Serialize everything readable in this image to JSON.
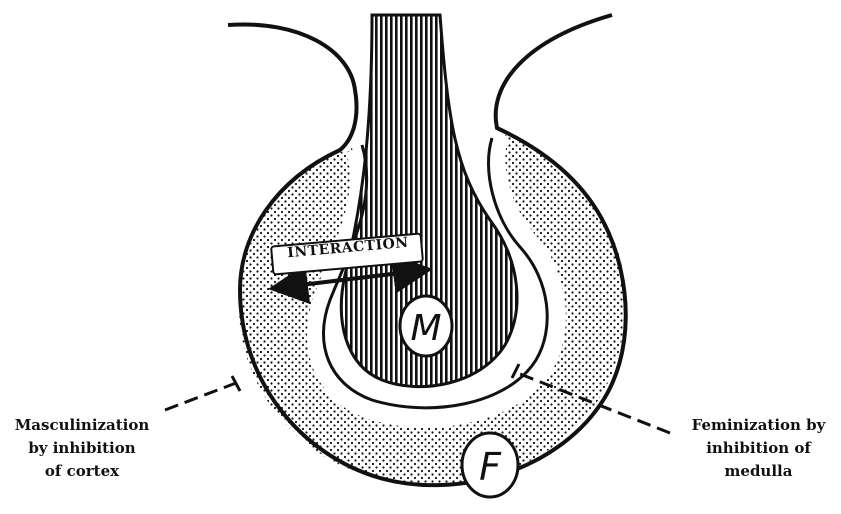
{
  "diagram": {
    "interaction_label": "INTERACTION",
    "medulla_letter": "M",
    "cortex_letter": "F",
    "left_annotation": [
      "Masculinization",
      "by inhibition",
      "of cortex"
    ],
    "right_annotation": [
      "Feminization by",
      "inhibition of",
      "medulla"
    ]
  },
  "colors": {
    "ink": "#111111",
    "paper": "#ffffff"
  }
}
